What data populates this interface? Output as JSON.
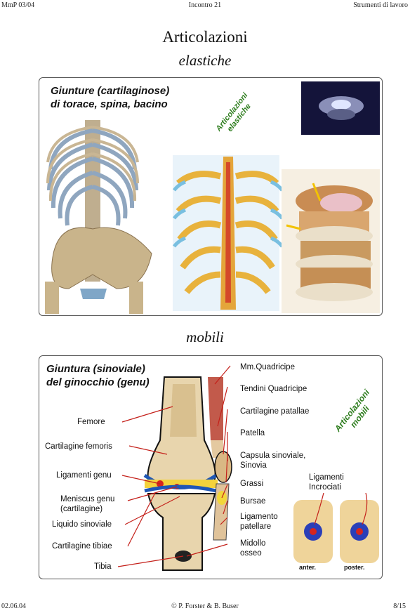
{
  "header": {
    "left": "MmP 03/04",
    "center": "Incontro 21",
    "right": "Strumenti di lavoro"
  },
  "title": {
    "main": "Articolazioni",
    "sub": "elastiche"
  },
  "panel1": {
    "title_line1": "Giunture (cartilaginose)",
    "title_line2": "di torace, spina, bacino",
    "stamp_line1": "Articolazioni",
    "stamp_line2": "elastiche"
  },
  "section2": "mobili",
  "panel2": {
    "title_line1": "Giuntura (sinoviale)",
    "title_line2": "del ginocchio (genu)",
    "stamp_line1": "Articolazioni",
    "stamp_line2": "mobili",
    "labels_left": [
      "Femore",
      "Cartilagine femoris",
      "Ligamenti genu",
      "Meniscus genu",
      "(cartilagine)",
      "Liquido sinoviale",
      "Cartilagine tibiae",
      "Tibia"
    ],
    "labels_right": [
      "Mm.Quadricipe",
      "Tendini Quadricipe",
      "Cartilagine patallae",
      "Patella",
      "Capsula sinoviale,",
      "Sinovia",
      "Grassi",
      "Bursae",
      "Ligamento",
      "patellare",
      "Midollo",
      "osseo"
    ],
    "ligamenti": [
      "Ligamenti",
      "Incrociati"
    ],
    "view_anter": "anter.",
    "view_poster": "poster."
  },
  "footer": {
    "left": "02.06.04",
    "center": "© P. Forster & B. Buser",
    "right": "8/15"
  }
}
